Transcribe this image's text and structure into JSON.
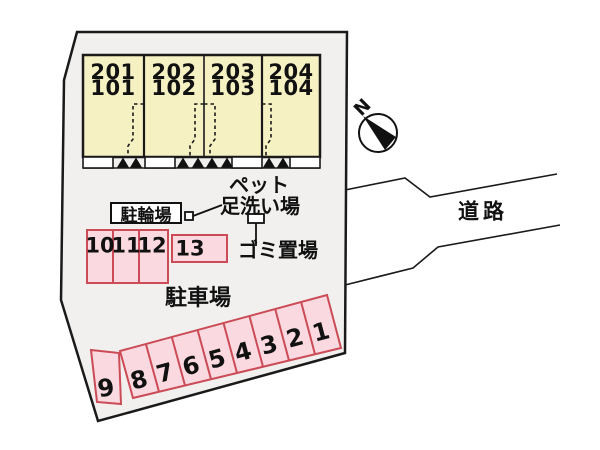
{
  "building": {
    "units": [
      {
        "upper": "201",
        "lower": "101"
      },
      {
        "upper": "202",
        "lower": "102"
      },
      {
        "upper": "203",
        "lower": "103"
      },
      {
        "upper": "204",
        "lower": "104"
      }
    ]
  },
  "facilities": {
    "bicycle_parking": "駐輪場",
    "pet_wash_line1": "ペット",
    "pet_wash_line2": "足洗い場",
    "garbage": "ゴミ置場"
  },
  "parking": {
    "area_label": "駐車場",
    "left_group": [
      "10",
      "11",
      "12"
    ],
    "space_13": "13",
    "corner_space": "9",
    "diagonal_row": [
      "8",
      "7",
      "6",
      "5",
      "4",
      "3",
      "2",
      "1"
    ]
  },
  "road": {
    "label": "道路"
  },
  "compass": {
    "north": "N"
  },
  "colors": {
    "building_fill": "#f6f1c3",
    "parking_fill": "#fbd9e0",
    "parking_border": "#cb4b56",
    "parcel_fill": "#f1f0ee",
    "line_color": "#1a1a1a"
  }
}
